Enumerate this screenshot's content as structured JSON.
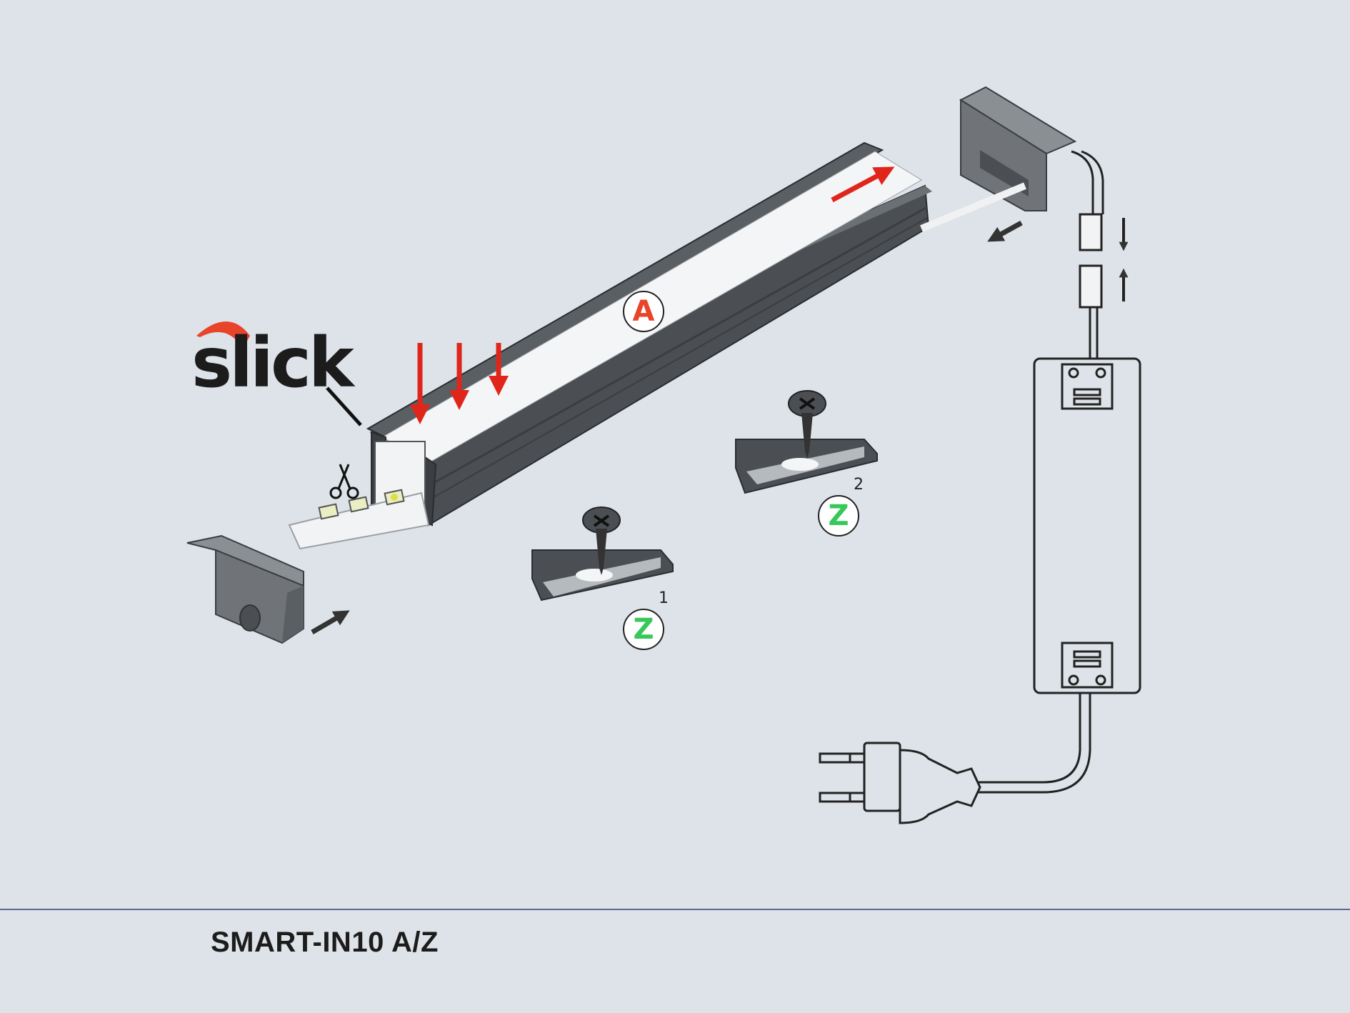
{
  "logo": {
    "text": "slick",
    "swoosh_color": "#e8442a"
  },
  "callouts": {
    "a": "A",
    "z1": "Z",
    "z1_index": "1",
    "z2": "Z",
    "z2_index": "2"
  },
  "caption": "SMART-IN10 A/Z",
  "colors": {
    "background": "#dde3e8",
    "profile": "#4b4f53",
    "endcap": "#707479",
    "arrow_red": "#e0261b",
    "arrow_dark": "#333333",
    "callout_a": "#e8442a",
    "callout_z": "#38c85a"
  },
  "icons": [
    "scissors-icon",
    "screw-icon",
    "plug-icon",
    "led-strip-icon"
  ]
}
